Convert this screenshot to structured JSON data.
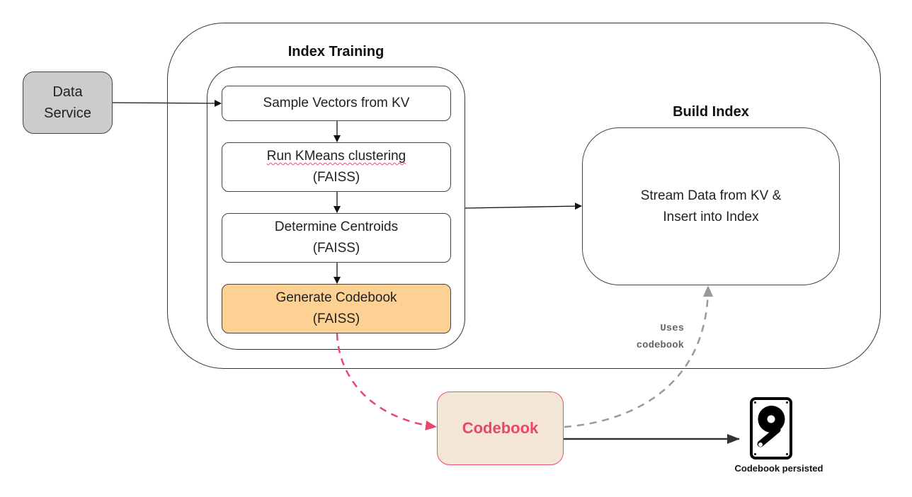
{
  "data_service": {
    "label_line1": "Data",
    "label_line2": "Service"
  },
  "index_training": {
    "title": "Index Training",
    "steps": [
      {
        "line1": "Sample Vectors from KV",
        "line2": ""
      },
      {
        "line1": "Run KMeans clustering",
        "line2": "(FAISS)"
      },
      {
        "line1": "Determine Centroids",
        "line2": "(FAISS)"
      },
      {
        "line1": "Generate Codebook",
        "line2": "(FAISS)",
        "highlight_color": "#fdd193"
      }
    ]
  },
  "build_index": {
    "title": "Build Index",
    "line1": "Stream Data from KV &",
    "line2": "Insert into Index"
  },
  "codebook": {
    "label": "Codebook",
    "border_color": "#e8506f",
    "fill_color": "#f3e6d6"
  },
  "uses_codebook": {
    "line1": "Uses",
    "line2": "codebook"
  },
  "persisted": {
    "label": "Codebook persisted",
    "icon": "hard-drive-icon"
  },
  "colors": {
    "accent_pink": "#e8466b",
    "dashed_gray": "#999999",
    "line_dark": "#222222"
  }
}
